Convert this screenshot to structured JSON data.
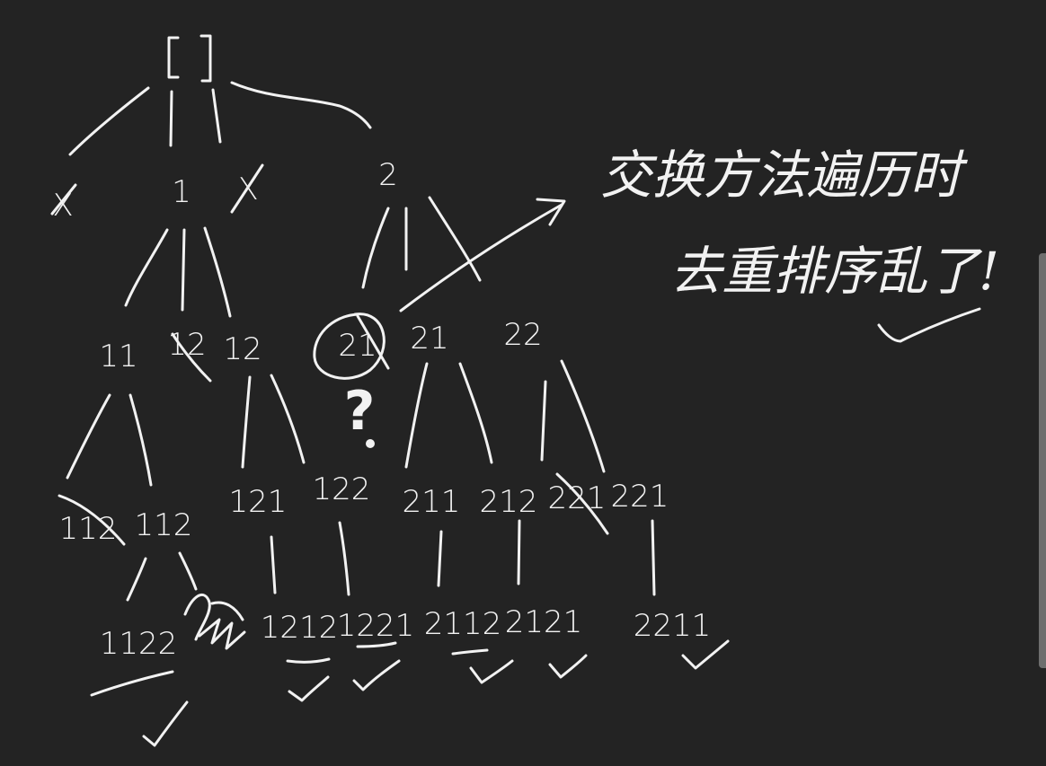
{
  "tree": {
    "root": "[]",
    "level1": [
      "X",
      "1",
      "X",
      "2"
    ],
    "level2": [
      "11",
      "12",
      "12",
      "21",
      "21",
      "22"
    ],
    "level3": [
      "112",
      "112",
      "121",
      "122",
      "211",
      "212",
      "221",
      "221"
    ],
    "level4": [
      "1122",
      "1212",
      "1221",
      "2112",
      "2121",
      "2211"
    ]
  },
  "question_mark": "?",
  "annotation": {
    "line1": "交换方法遍历时",
    "line2": "去重排序乱了!"
  },
  "colors": {
    "background": "#232323",
    "ink": "#f2f2f2"
  }
}
